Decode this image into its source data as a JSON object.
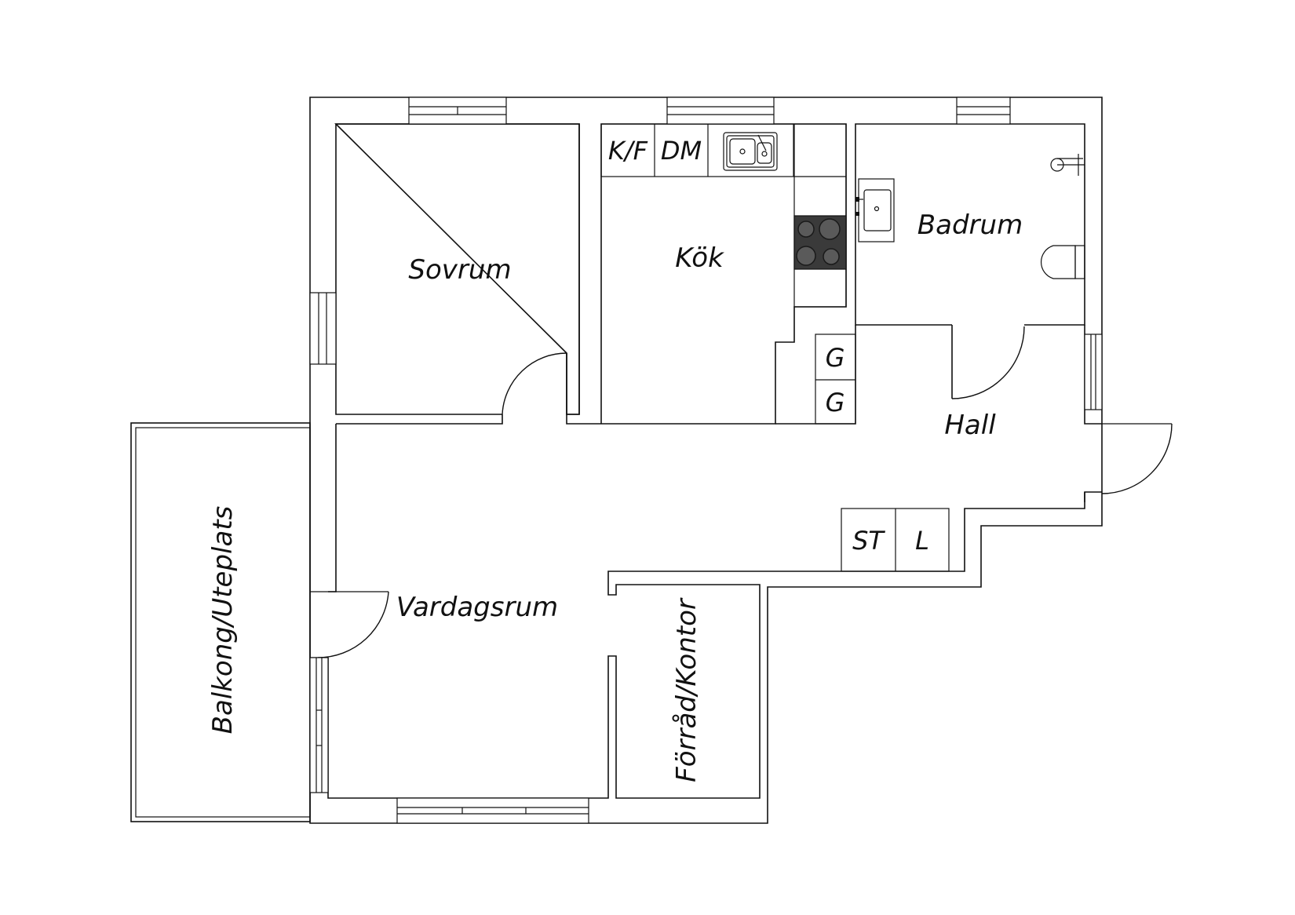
{
  "rooms": {
    "sovrum": "Sovrum",
    "kok": "Kök",
    "badrum": "Badrum",
    "hall": "Hall",
    "vardagsrum": "Vardagsrum",
    "forrad": "Förråd/Kontor",
    "balkong": "Balkong/Uteplats"
  },
  "fixtures": {
    "kf": "K/F",
    "dm": "DM",
    "g1": "G",
    "g2": "G",
    "st": "ST",
    "l": "L"
  },
  "colors": {
    "line": "#111111",
    "background": "#ffffff",
    "hob": "#3a3a3a"
  }
}
